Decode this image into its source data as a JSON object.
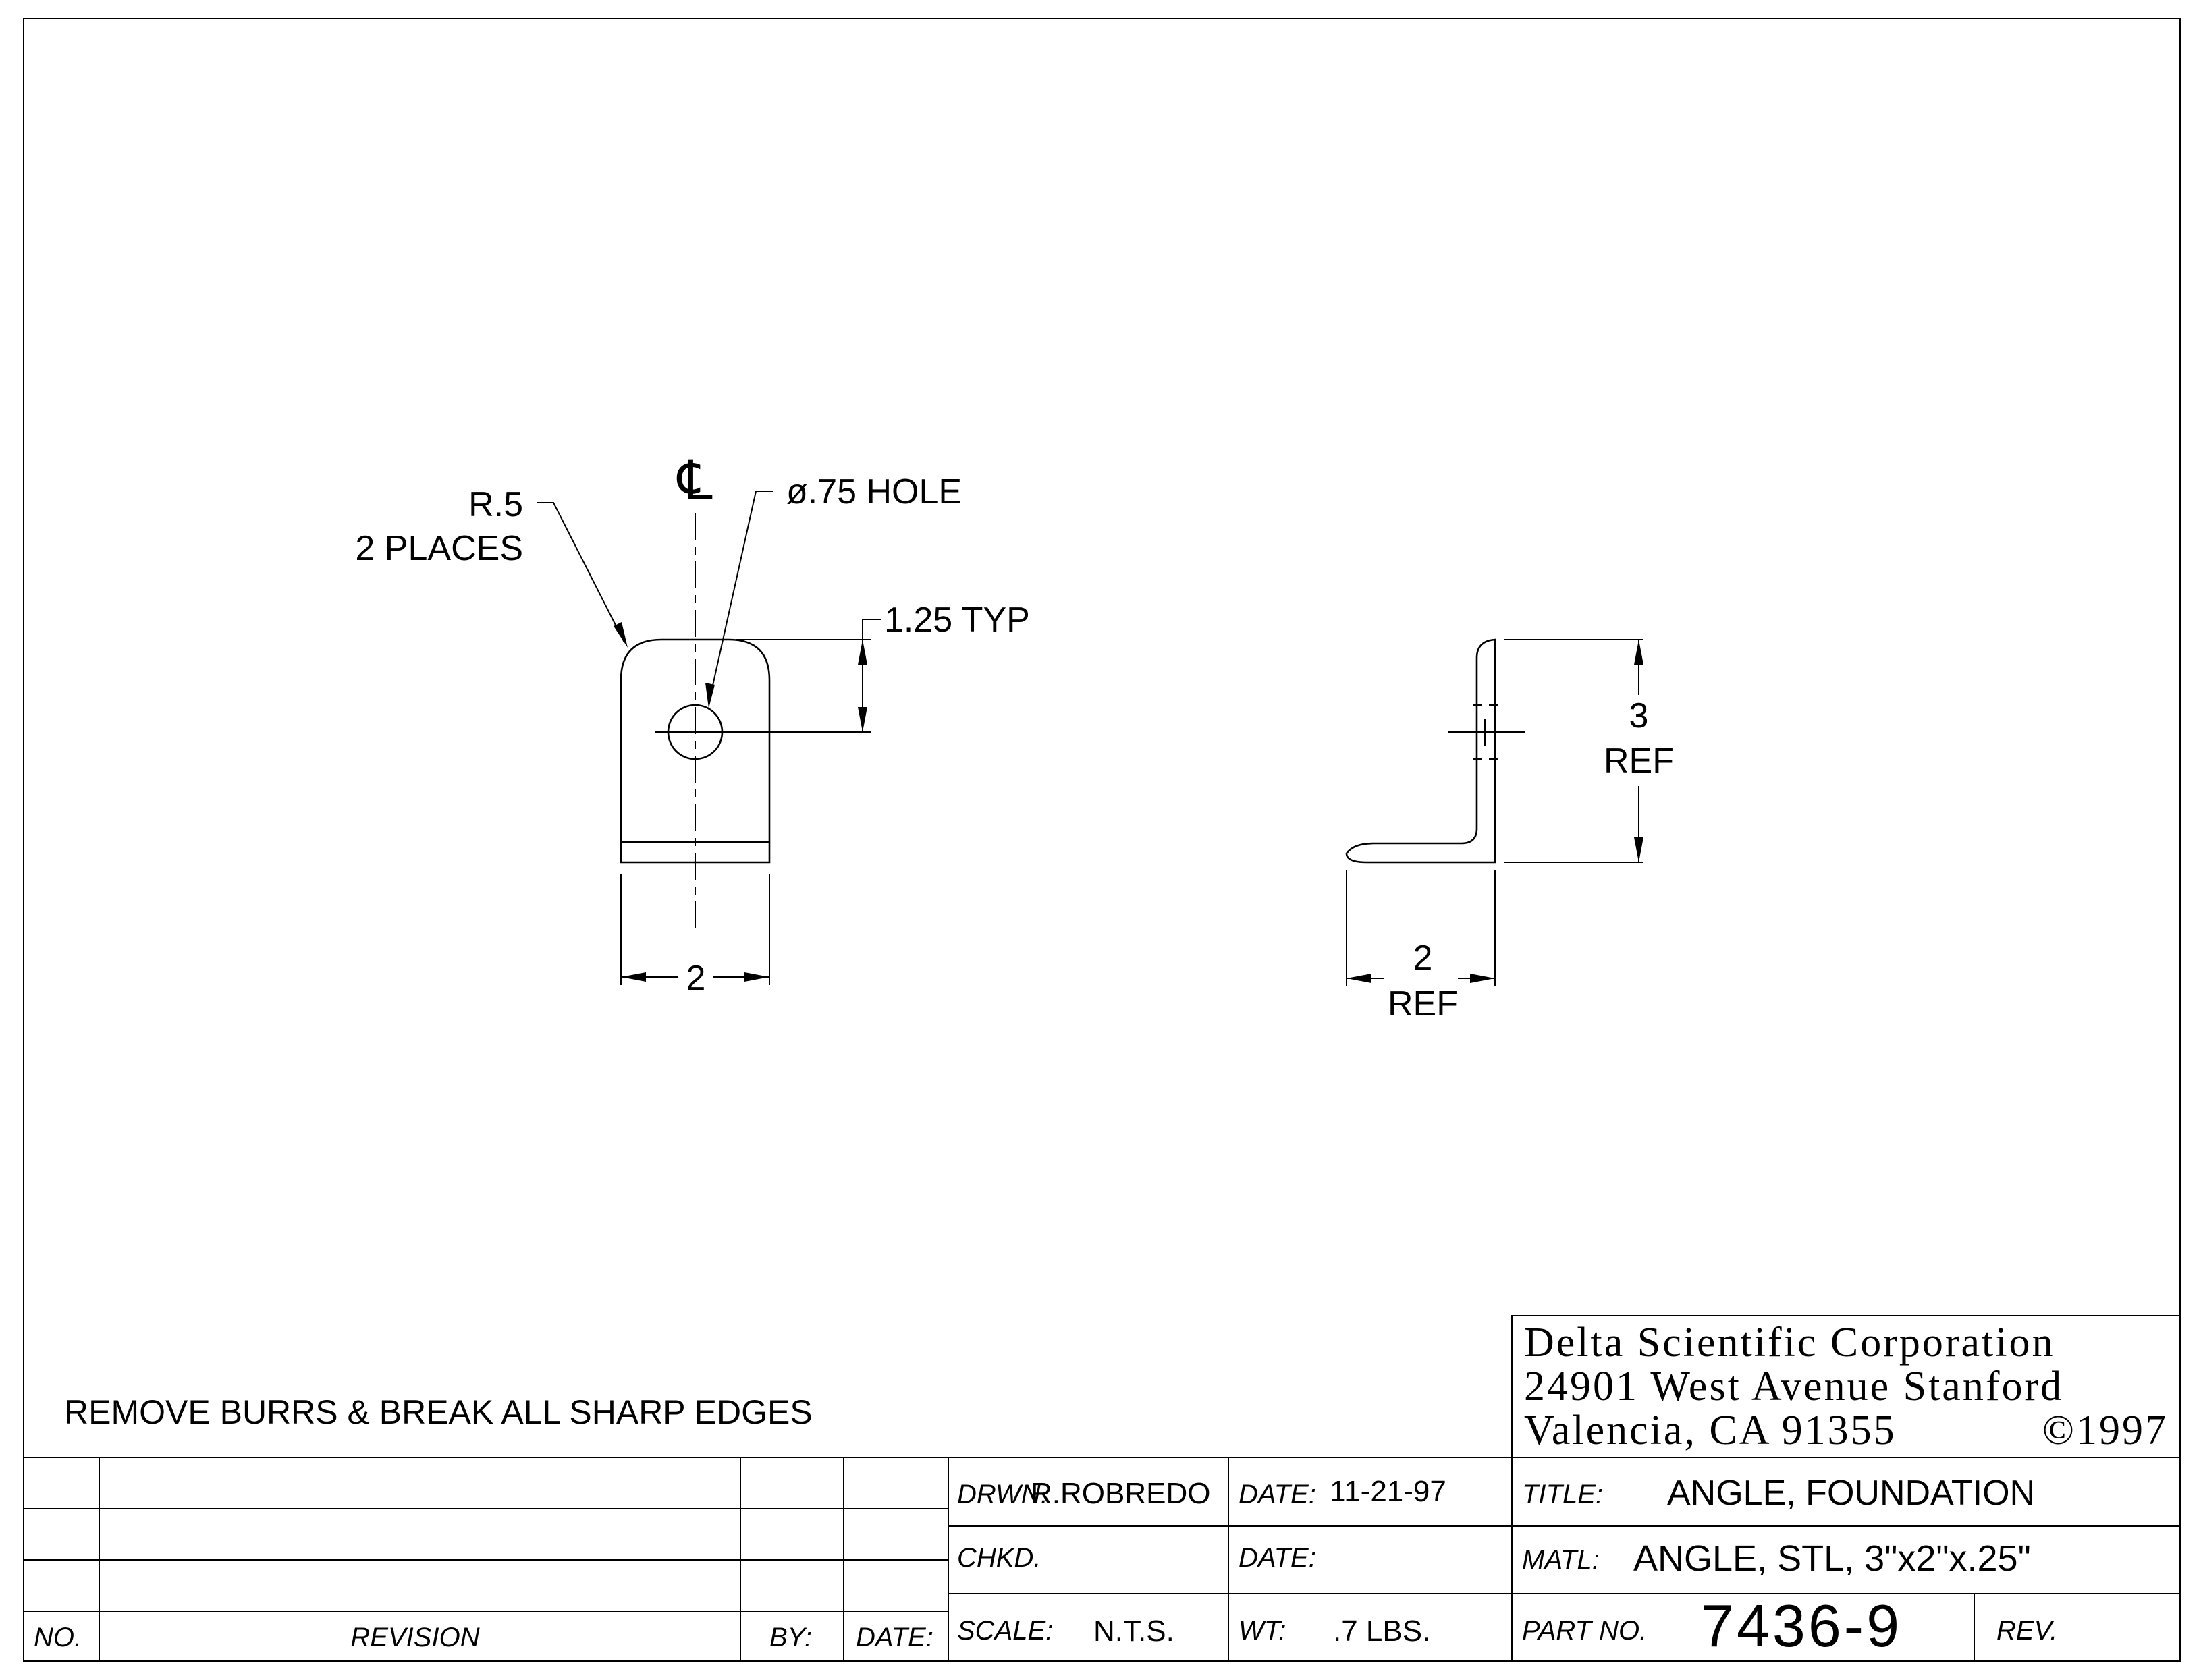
{
  "drawing": {
    "centerline_symbol": "℄",
    "hole_note": "ø.75 HOLE",
    "radius_note_line1": "R.5",
    "radius_note_line2": "2 PLACES",
    "typ_dim": "1.25 TYP",
    "width_dim": "2",
    "height_dim_value": "3",
    "height_dim_ref": "REF",
    "side_width_value": "2",
    "side_width_ref": "REF"
  },
  "notes": {
    "general_note": "REMOVE BURRS & BREAK ALL SHARP EDGES"
  },
  "company": {
    "line1": "Delta Scientific Corporation",
    "line2": "24901 West Avenue Stanford",
    "line3_city": "Valencia, CA 91355",
    "line3_copyright": "©1997"
  },
  "revision_block": {
    "no_label": "NO.",
    "revision_label": "REVISION",
    "by_label": "BY:",
    "date_label": "DATE:"
  },
  "title_block": {
    "drawn_label": "DRWN.",
    "drawn_value": "R.ROBREDO",
    "date_label": "DATE:",
    "date_value": "11-21-97",
    "title_label": "TITLE:",
    "title_value": "ANGLE, FOUNDATION",
    "checked_label": "CHKD.",
    "check_date_label": "DATE:",
    "material_label": "MATL:",
    "material_value": "ANGLE, STL, 3\"x2\"x.25\"",
    "scale_label": "SCALE:",
    "scale_value": "N.T.S.",
    "weight_label": "WT:",
    "weight_value": ".7 LBS.",
    "part_label": "PART NO.",
    "part_value": "7436-9",
    "rev_label": "REV."
  }
}
